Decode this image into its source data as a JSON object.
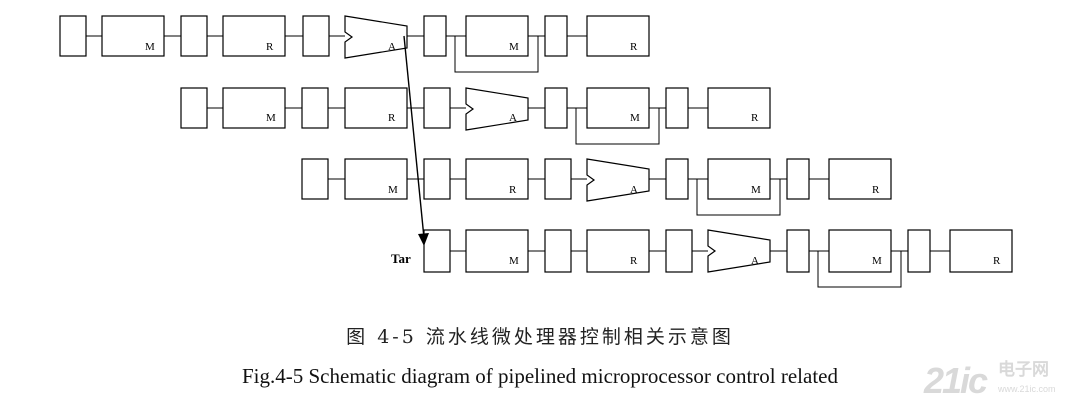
{
  "diagram": {
    "label_m": "M",
    "label_r": "R",
    "label_a": "A",
    "target_label": "Tar"
  },
  "caption": {
    "chinese": "图 4-5 流水线微处理器控制相关示意图",
    "english": "Fig.4-5 Schematic diagram of pipelined microprocessor control related"
  },
  "watermark": {
    "number": "21ic",
    "chinese": "电子网",
    "url": "www.21ic.com"
  }
}
